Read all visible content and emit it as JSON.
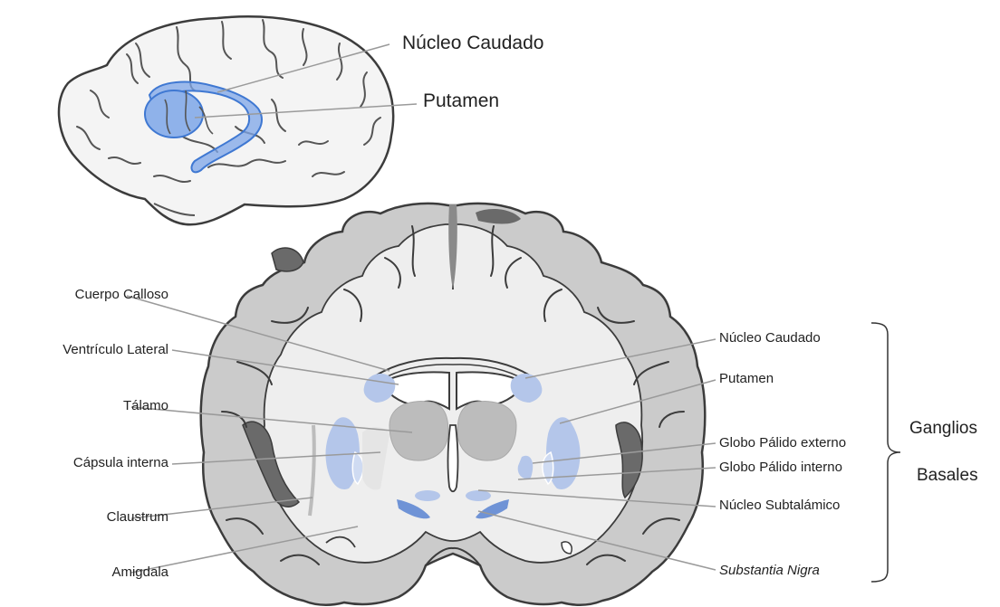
{
  "top_view": {
    "labels": {
      "caudate": "Núcleo Caudado",
      "putamen": "Putamen"
    }
  },
  "coronal_view": {
    "left_labels": {
      "corpus_callosum": "Cuerpo Calloso",
      "lateral_ventricle": "Ventrículo Lateral",
      "thalamus": "Tálamo",
      "internal_capsule": "Cápsula interna",
      "claustrum": "Claustrum",
      "amygdala": "Amigdala"
    },
    "right_labels": {
      "caudate": "Núcleo Caudado",
      "putamen": "Putamen",
      "gp_external": "Globo Pálido externo",
      "gp_internal": "Globo Pálido interno",
      "subthalamic": "Núcleo Subtalámico",
      "substantia_nigra": "Substantia Nigra"
    }
  },
  "group": {
    "line1": "Ganglios",
    "line2": "Basales"
  },
  "colors": {
    "white_matter": "#eeeeee",
    "gray_matter": "#c8c8c8",
    "outline": "#3c3c3c",
    "deep_gray": "#bcbcbc",
    "basal_ganglia": "#b4c6ea",
    "substantia_nigra": "#6f93d6",
    "highlight": "#4f86d9",
    "leader": "#9a9a9a"
  }
}
